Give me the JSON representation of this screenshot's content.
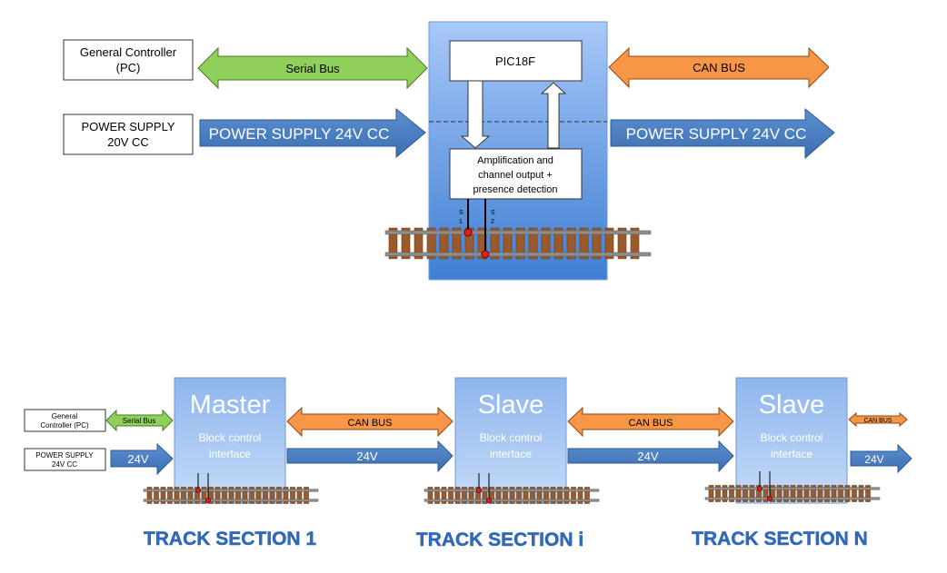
{
  "top": {
    "general_controller": [
      "General Controller",
      "(PC)"
    ],
    "power_supply": [
      "POWER SUPPLY",
      "20V CC"
    ],
    "serial_bus": "Serial Bus",
    "power_supply_in": "POWER SUPPLY 24V CC",
    "power_supply_out": "POWER SUPPLY 24V CC",
    "can_bus": "CAN BUS",
    "pic": "PIC18F",
    "amplification": [
      "Amplification and",
      "channel output +",
      "presence detection"
    ],
    "s1": [
      "S",
      "1"
    ],
    "s2": [
      "S",
      "2"
    ]
  },
  "bottom": {
    "general_controller": [
      "General",
      "Controller (PC)"
    ],
    "power_supply": [
      "POWER SUPPLY",
      "24V CC"
    ],
    "serial_bus": "Serial Bus",
    "v24": "24V",
    "can_bus": "CAN BUS",
    "block_subtitle": [
      "Block control",
      "interface"
    ],
    "sections": [
      {
        "role": "Master",
        "label": "TRACK SECTION 1"
      },
      {
        "role": "Slave",
        "label": "TRACK SECTION i"
      },
      {
        "role": "Slave",
        "label": "TRACK SECTION N"
      }
    ]
  },
  "colors": {
    "serial_green": "#8fd05a",
    "can_orange": "#f79646",
    "power_blue": "#4f81bd",
    "block_blue_top": "#b9d3f7",
    "block_blue_bottom": "#4a86d8",
    "section_text": "#2f6bbf",
    "rail_gray": "#8c8c8c",
    "tie_brown": "#9b5a2c",
    "contact_red": "#e02020"
  }
}
